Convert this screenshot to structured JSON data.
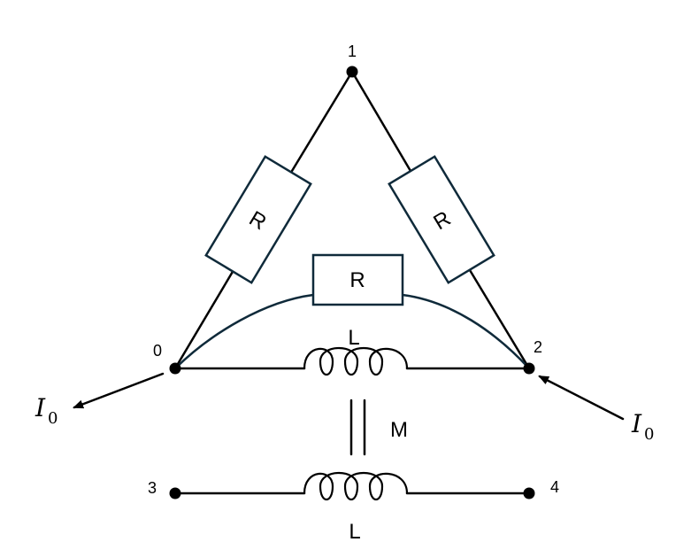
{
  "nodes": [
    "0",
    "1",
    "2",
    "3",
    "4"
  ],
  "resistor_label": "R",
  "inductor_label": "L",
  "mutual_label": "M",
  "current": {
    "symbol": "I",
    "subscript": "0"
  }
}
